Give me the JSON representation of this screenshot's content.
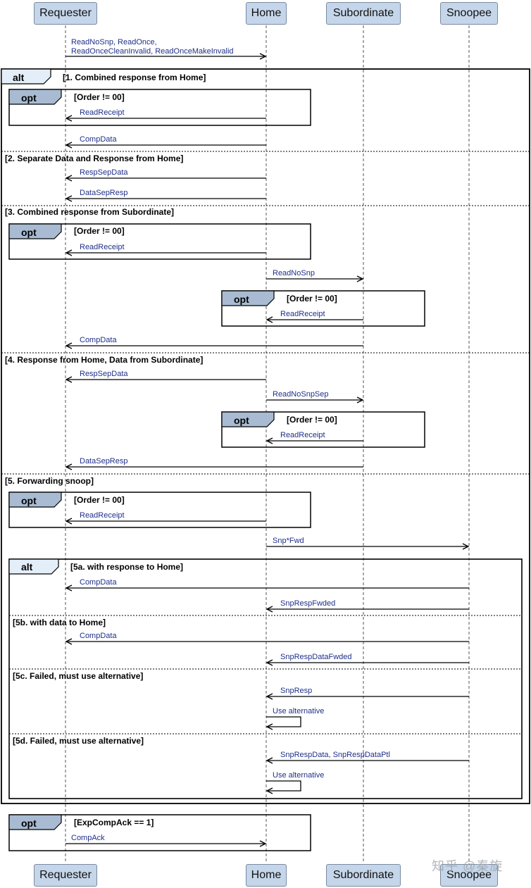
{
  "actors": {
    "requester": "Requester",
    "home": "Home",
    "subordinate": "Subordinate",
    "snoopee": "Snoopee"
  },
  "first_message": {
    "line1": "ReadNoSnp, ReadOnce,",
    "line2": "ReadOnceCleanInvalid, ReadOnceMakeInvalid"
  },
  "frame_tags": {
    "alt": "alt",
    "opt": "opt"
  },
  "guards": {
    "g1": "[1. Combined response from Home]",
    "g2": "[2. Separate Data and Response from Home]",
    "g3": "[3. Combined response from Subordinate]",
    "g4": "[4. Response from Home, Data from Subordinate]",
    "g5": "[5. Forwarding snoop]",
    "g5a": "[5a. with response to Home]",
    "g5b": "[5b. with data to Home]",
    "g5c": "[5c. Failed, must use alternative]",
    "g5d": "[5d. Failed, must use alternative]",
    "order": "[Order != 00]",
    "expcompack": "[ExpCompAck == 1]"
  },
  "messages": {
    "read_receipt": "ReadReceipt",
    "comp_data": "CompData",
    "resp_sep_data": "RespSepData",
    "data_sep_resp": "DataSepResp",
    "read_no_snp": "ReadNoSnp",
    "read_no_snp_sep": "ReadNoSnpSep",
    "snp_fwd": "Snp*Fwd",
    "snp_resp_fwded": "SnpRespFwded",
    "snp_resp_data_fwded": "SnpRespDataFwded",
    "snp_resp": "SnpResp",
    "use_alternative": "Use alternative",
    "snp_resp_data": "SnpRespData, SnpRespDataPtl",
    "comp_ack": "CompAck"
  },
  "watermark": "知乎 @秦旋",
  "colors": {
    "actor_fill": "#c5d6ea",
    "tag_fill": "#a8bbd2",
    "message_text": "#1f2f8a",
    "line": "#000000"
  }
}
